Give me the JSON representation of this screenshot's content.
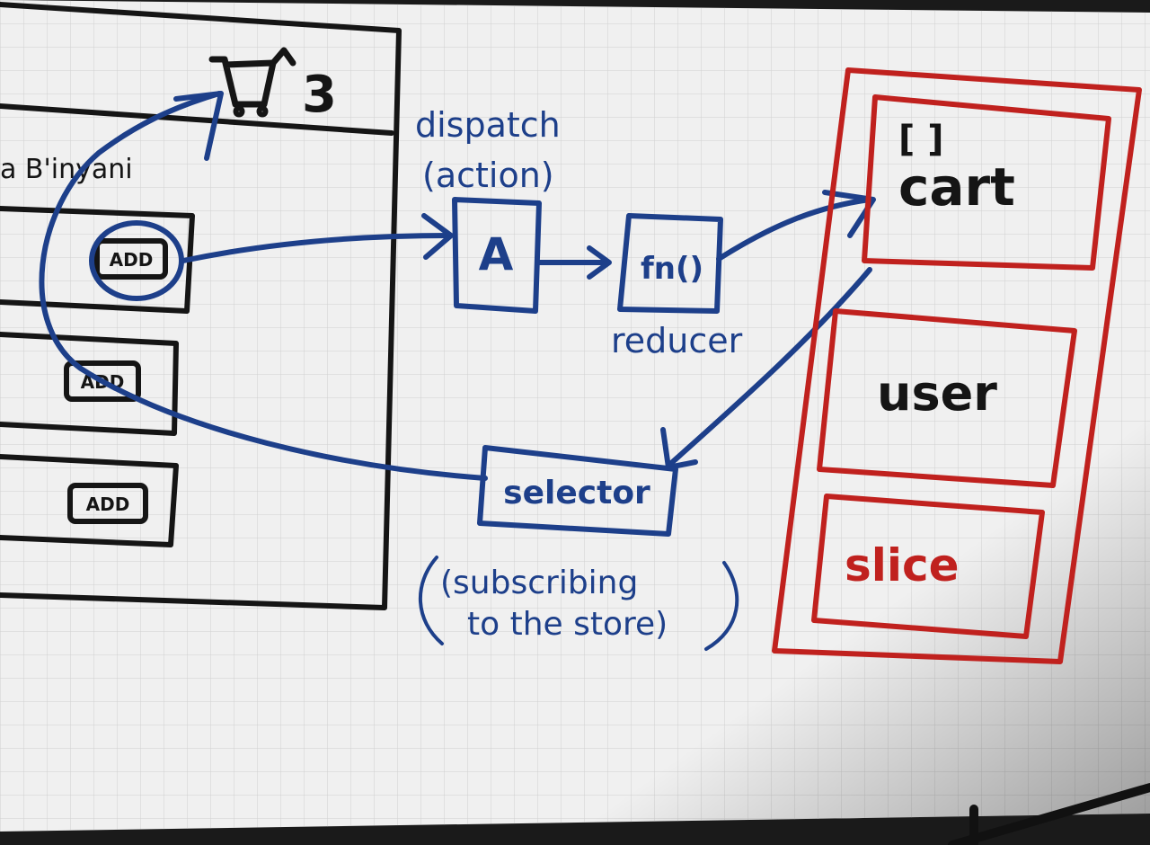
{
  "cart_count": "3",
  "product_label": "a B'inyani",
  "add_buttons": [
    "ADD",
    "ADD",
    "ADD"
  ],
  "dispatch_label": {
    "line1": "dispatch",
    "line2": "(action)"
  },
  "action_box_label": "A",
  "reducer_box_label": "fn()",
  "reducer_label": "reducer",
  "selector_box_label": "selector",
  "selector_note": {
    "line1": "(subscribing",
    "line2": "to the store)"
  },
  "store": {
    "slices": [
      {
        "label_top": "[ ]",
        "label": "cart"
      },
      {
        "label": "user"
      },
      {
        "label": "slice"
      }
    ]
  },
  "colors": {
    "board": "#f1f1f1",
    "grid": "#d3d3d3",
    "ink_black": "#151515",
    "ink_blue": "#1d3f8a",
    "ink_red": "#c0211e"
  }
}
